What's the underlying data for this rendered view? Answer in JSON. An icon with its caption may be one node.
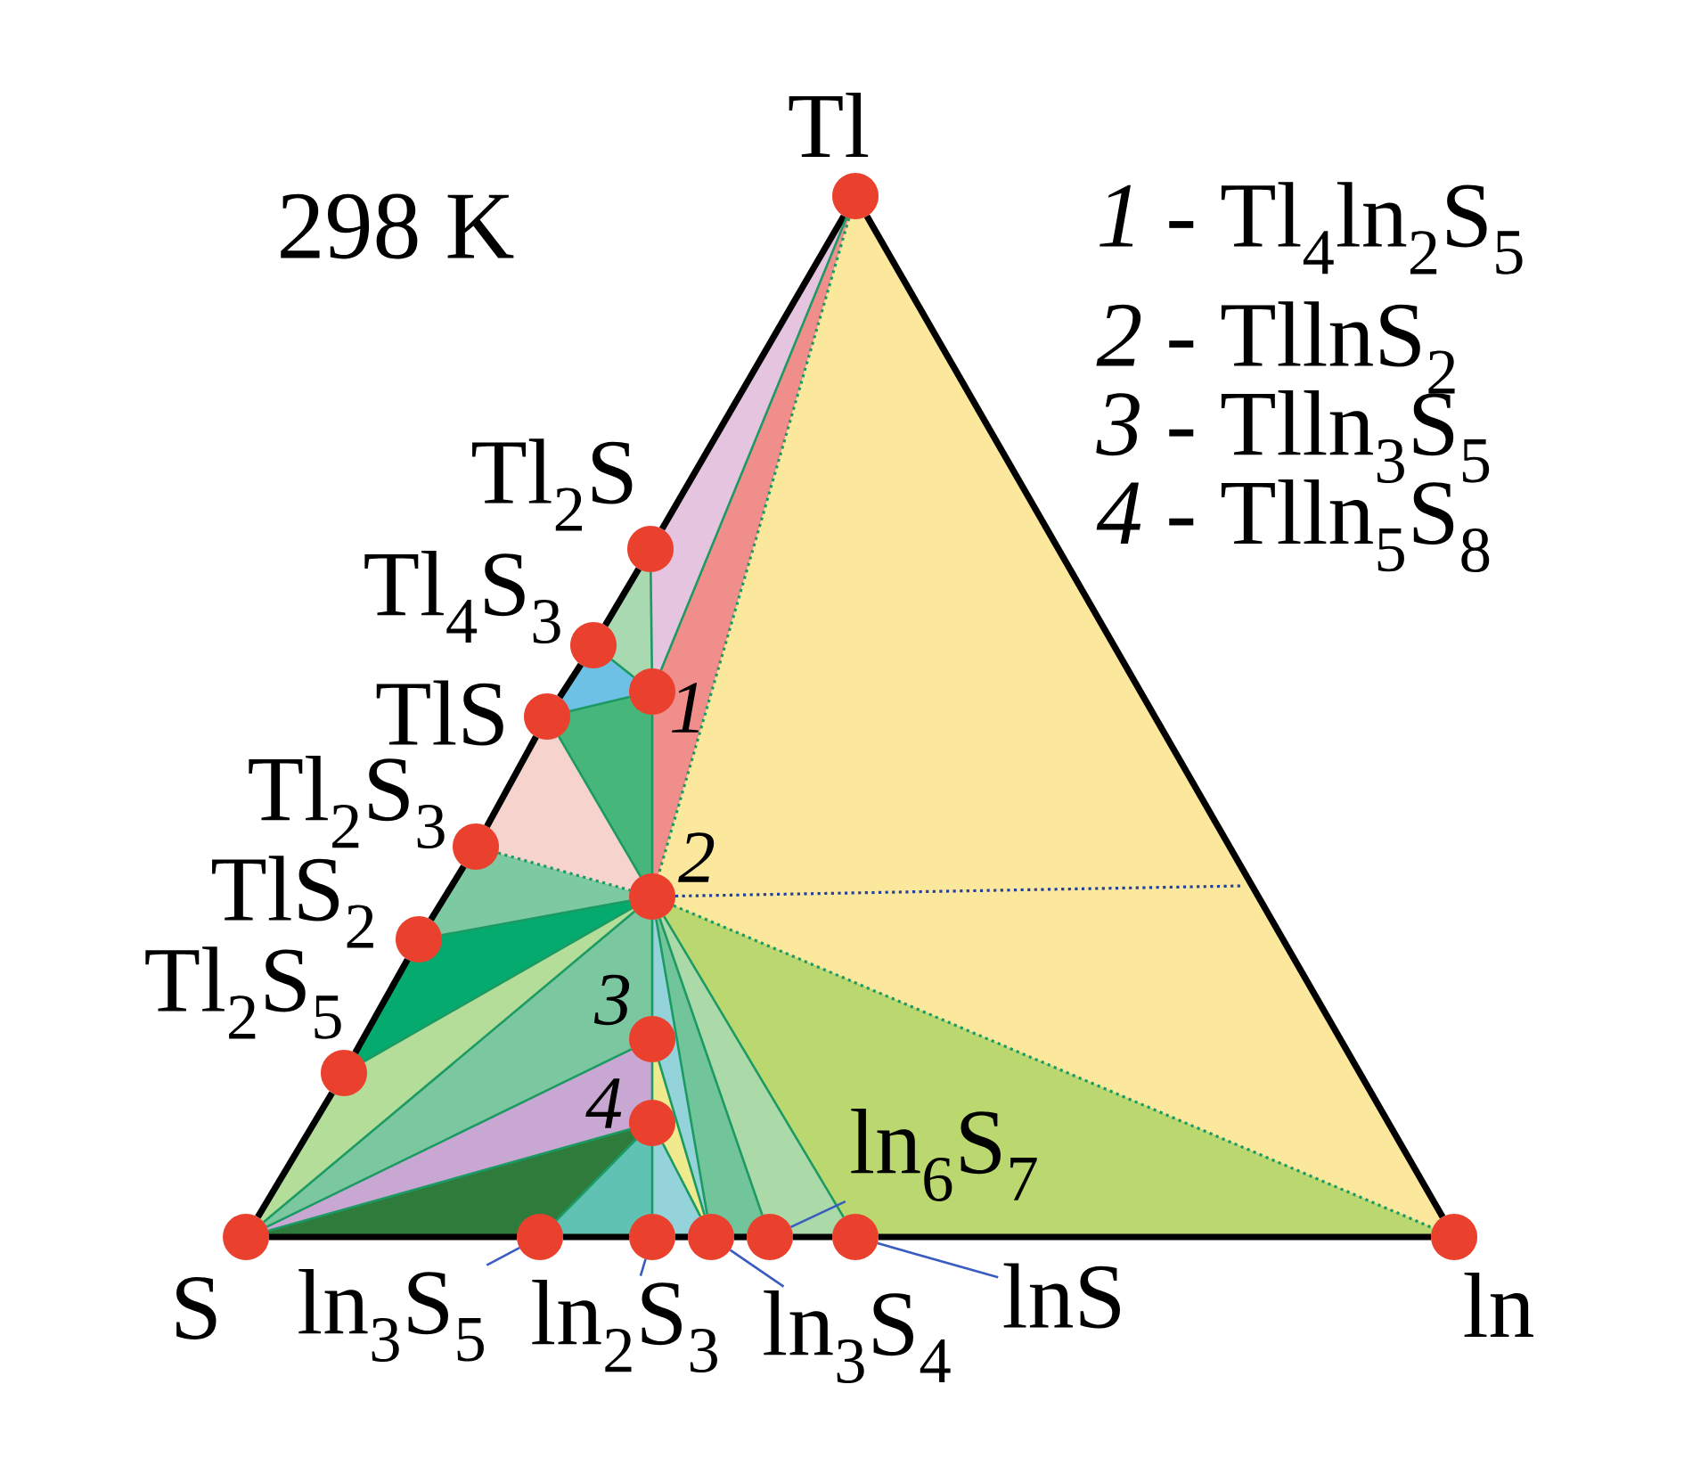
{
  "diagram": {
    "nodes": [
      {
        "text": [],
        "shape": "circle",
        "beside": [
          "Tl"
        ]
      },
      {
        "text": [],
        "shape": "circle",
        "beside": [
          "Tl$_{2}$S"
        ]
      },
      {
        "text": [],
        "shape": "circle",
        "beside": [
          "Tl$_{4}$S$_{3}$"
        ]
      },
      {
        "text": [],
        "shape": "circle",
        "beside": [
          "TlS"
        ]
      },
      {
        "text": [],
        "shape": "circle",
        "beside": [
          "1"
        ]
      },
      {
        "text": [],
        "shape": "circle",
        "beside": [
          "Tl$_{2}$S$_{3}$"
        ]
      },
      {
        "text": [],
        "shape": "circle",
        "beside": [
          "2"
        ]
      },
      {
        "text": [],
        "shape": "circle",
        "beside": [
          "TlS$_{2}$"
        ]
      },
      {
        "text": [],
        "shape": "circle",
        "beside": [
          "Tl$_{2}$S$_{5}$"
        ]
      },
      {
        "text": [],
        "shape": "circle",
        "beside": [
          "3"
        ]
      },
      {
        "text": [],
        "shape": "circle",
        "beside": [
          "4"
        ]
      },
      {
        "text": [
          "ln$_{6}$S$_{7}$"
        ]
      },
      {
        "text": [],
        "shape": "circle",
        "beside": [
          "S"
        ]
      },
      {
        "text": [],
        "shape": "circle"
      },
      {
        "text": [],
        "shape": "circle"
      },
      {
        "text": [],
        "shape": "circle"
      },
      {
        "text": [],
        "shape": "circle"
      },
      {
        "text": [],
        "shape": "circle"
      },
      {
        "text": [],
        "shape": "circle",
        "beside": [
          "ln"
        ]
      },
      {
        "text": [
          "ln$_{3}$S$_{5}$"
        ]
      },
      {
        "text": [
          "ln$_{2}$S$_{3}$"
        ]
      },
      {
        "text": [
          "ln$_{3}$S$_{4}$"
        ]
      },
      {
        "text": [
          "lnS"
        ]
      }
    ],
    "edges": [
      {
        "from": 12,
        "to": 8,
        "arrow": "none",
        "style": "thick",
        "color": "#000000"
      },
      {
        "from": 8,
        "to": 7,
        "arrow": "none",
        "style": "thick",
        "color": "#000000"
      },
      {
        "from": 7,
        "to": 5,
        "arrow": "none",
        "style": "thick",
        "color": "#000000"
      },
      {
        "from": 5,
        "to": 3,
        "arrow": "none",
        "style": "thick",
        "color": "#000000"
      },
      {
        "from": 3,
        "to": 2,
        "arrow": "none",
        "style": "thick",
        "color": "#000000"
      },
      {
        "from": 2,
        "to": 1,
        "arrow": "none",
        "style": "thick",
        "color": "#000000"
      },
      {
        "from": 1,
        "to": 0,
        "arrow": "none",
        "style": "thick",
        "color": "#000000"
      },
      {
        "from": 0,
        "to": 18,
        "arrow": "none",
        "style": "thick",
        "color": "#000000"
      },
      {
        "from": 12,
        "to": 13,
        "arrow": "none",
        "style": "thick",
        "color": "#000000"
      },
      {
        "from": 13,
        "to": 14,
        "arrow": "none",
        "style": "thick",
        "color": "#000000"
      },
      {
        "from": 14,
        "to": 15,
        "arrow": "none",
        "style": "thick",
        "color": "#000000"
      },
      {
        "from": 15,
        "to": 16,
        "arrow": "none",
        "style": "thick",
        "color": "#000000"
      },
      {
        "from": 16,
        "to": 17,
        "arrow": "none",
        "style": "thick",
        "color": "#000000"
      },
      {
        "from": 17,
        "to": 18,
        "arrow": "none",
        "style": "thick",
        "color": "#000000"
      },
      {
        "from": 1,
        "to": 4,
        "arrow": "none"
      },
      {
        "from": 0,
        "to": 4,
        "arrow": "none"
      },
      {
        "from": 0,
        "to": 6,
        "arrow": "none",
        "style": "dashed"
      },
      {
        "from": 2,
        "to": 4,
        "arrow": "none"
      },
      {
        "from": 3,
        "to": 4,
        "arrow": "none"
      },
      {
        "from": 4,
        "to": 6,
        "arrow": "none"
      },
      {
        "from": 3,
        "to": 6,
        "arrow": "none"
      },
      {
        "from": 5,
        "to": 6,
        "arrow": "none",
        "style": "dashed"
      },
      {
        "from": 7,
        "to": 6,
        "arrow": "none"
      },
      {
        "from": 8,
        "to": 6,
        "arrow": "none"
      },
      {
        "from": 12,
        "to": 6,
        "arrow": "none"
      },
      {
        "from": 12,
        "to": 9,
        "arrow": "none"
      },
      {
        "from": 12,
        "to": 10,
        "arrow": "none"
      },
      {
        "from": 6,
        "to": 9,
        "arrow": "none"
      },
      {
        "from": 9,
        "to": 10,
        "arrow": "none"
      },
      {
        "from": 13,
        "to": 10,
        "arrow": "none"
      },
      {
        "from": 10,
        "to": 14,
        "arrow": "none"
      },
      {
        "from": 10,
        "to": 15,
        "arrow": "none"
      },
      {
        "from": 9,
        "to": 15,
        "arrow": "none"
      },
      {
        "from": 6,
        "to": 15,
        "arrow": "none"
      },
      {
        "from": 6,
        "to": 16,
        "arrow": "none"
      },
      {
        "from": 6,
        "to": 17,
        "arrow": "none"
      },
      {
        "from": 6,
        "to": 18,
        "arrow": "none",
        "style": "dashed"
      },
      {
        "from": 6,
        "to": null,
        "arrow": "none",
        "style": "dashed",
        "color": "#25409c"
      },
      {
        "from": 19,
        "to": 13,
        "arrow": "none",
        "color": "#3a5cc0"
      },
      {
        "from": 20,
        "to": 14,
        "arrow": "none",
        "color": "#3a5cc0"
      },
      {
        "from": 21,
        "to": 15,
        "arrow": "none",
        "color": "#3a5cc0"
      },
      {
        "from": 22,
        "to": 17,
        "arrow": "none",
        "color": "#3a5cc0"
      },
      {
        "from": 11,
        "to": 16,
        "arrow": "none",
        "color": "#3a5cc0"
      }
    ],
    "labels": [
      "298 K",
      "*1* - Tl$_{4}$ln$_{2}$S$_{5}$",
      "*2* - TllnS$_{2}$",
      "*3* - Tlln$_{3}$S$_{5}$",
      "*4* - Tlln$_{5}$S$_{8}$"
    ]
  }
}
